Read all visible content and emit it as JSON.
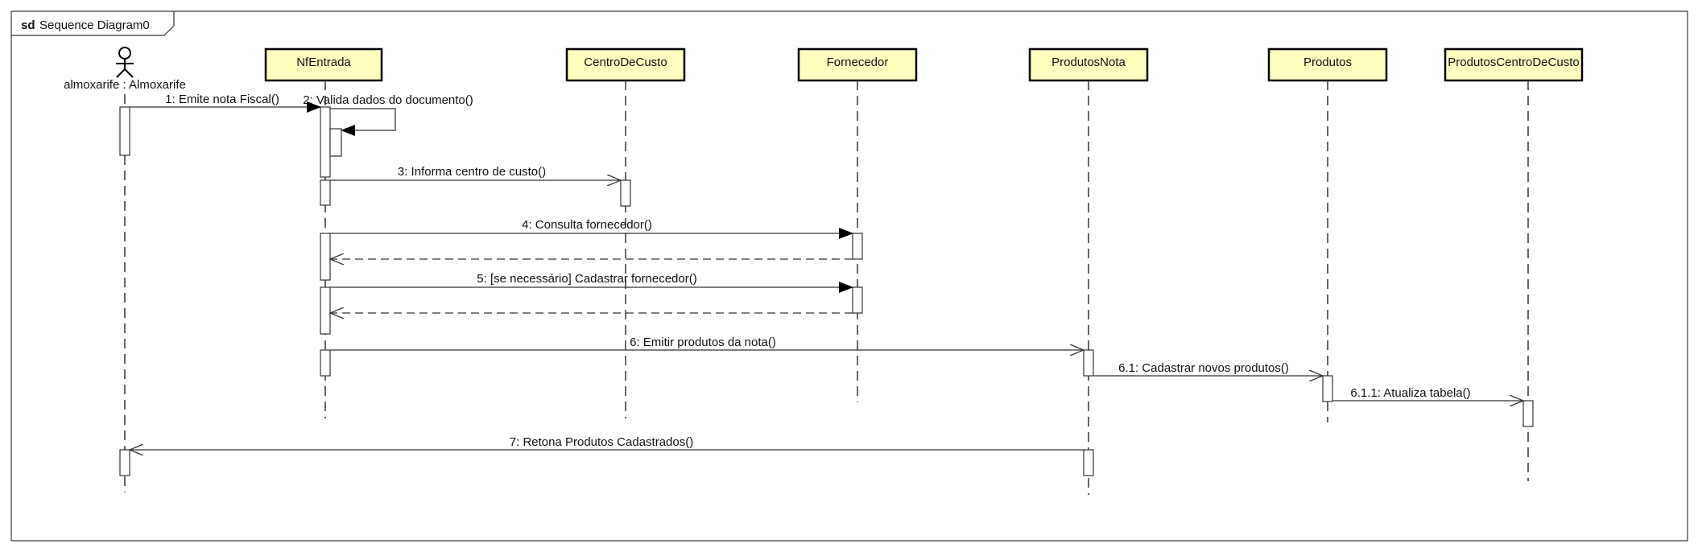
{
  "frame": {
    "keyword": "sd",
    "name": "Sequence Diagram0"
  },
  "actor": {
    "name": "almoxarife : Almoxarife"
  },
  "lifelines": [
    {
      "id": "nf",
      "label": "NfEntrada"
    },
    {
      "id": "cc",
      "label": "CentroDeCusto"
    },
    {
      "id": "forn",
      "label": "Fornecedor"
    },
    {
      "id": "pn",
      "label": "ProdutosNota"
    },
    {
      "id": "prod",
      "label": "Produtos"
    },
    {
      "id": "pcc",
      "label": "ProdutosCentroDeCusto"
    }
  ],
  "messages": [
    {
      "label": "1: Emite nota Fiscal()"
    },
    {
      "label": "2: Valida dados do documento()"
    },
    {
      "label": "3: Informa centro de custo()"
    },
    {
      "label": "4: Consulta fornecedor()"
    },
    {
      "label": "5: [se necessário] Cadastrar fornecedor()"
    },
    {
      "label": "6: Emitir produtos da nota()"
    },
    {
      "label": "6.1: Cadastrar novos produtos()"
    },
    {
      "label": "6.1.1: Atualiza tabela()"
    },
    {
      "label": "7: Retona Produtos Cadastrados()"
    }
  ]
}
